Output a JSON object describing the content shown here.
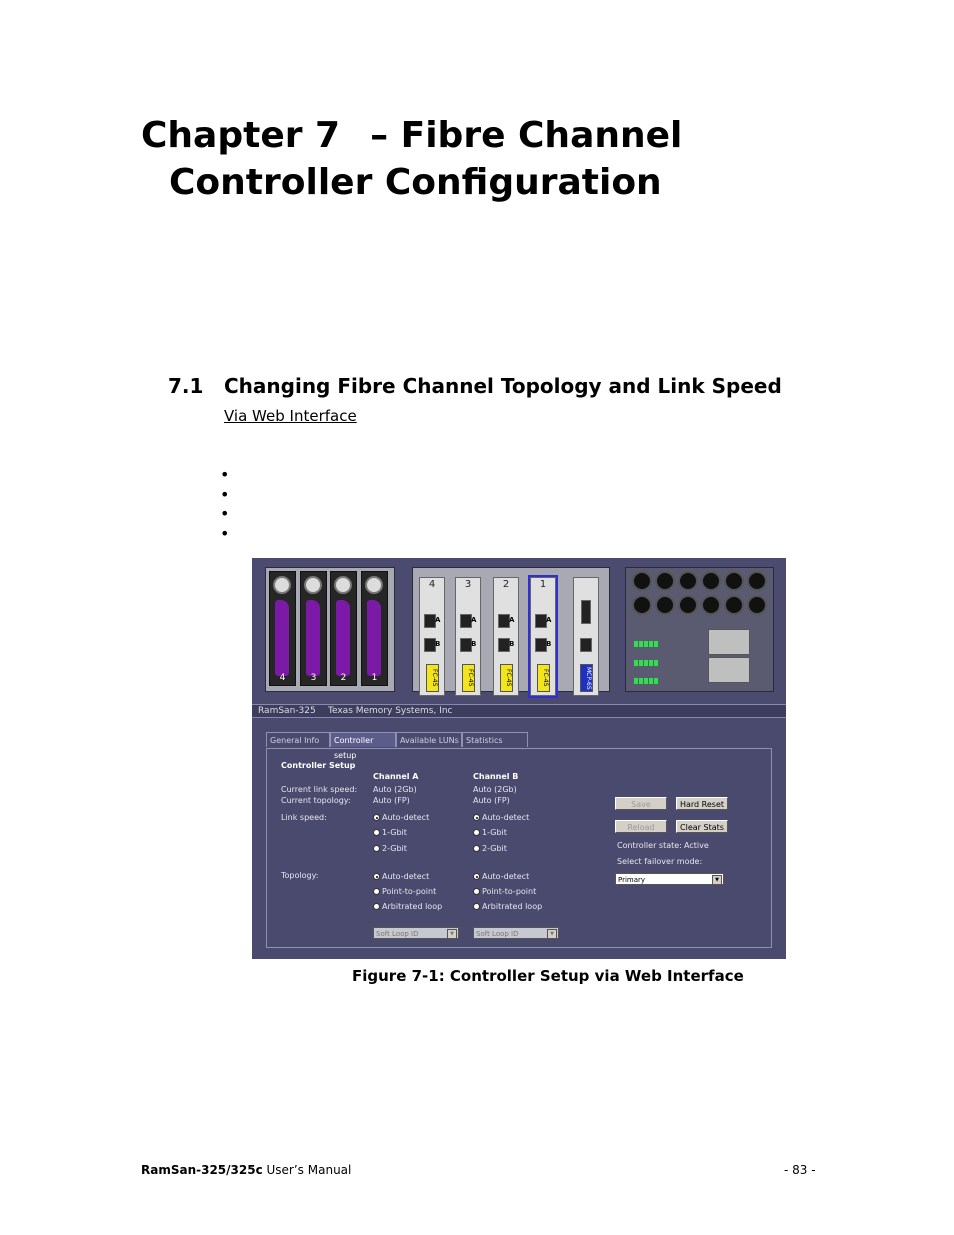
{
  "chapter": {
    "title_line1_a": "Chapter 7",
    "title_line1_b": "– Fibre Channel",
    "title_line2": "Controller Configuration"
  },
  "section": {
    "number": "7.1",
    "title": "Changing Fibre Channel Topology and Link Speed",
    "sub_link": "Via Web Interface"
  },
  "bullets": [
    "•",
    "•",
    "•",
    "•"
  ],
  "figure": {
    "drive_numbers": [
      "4",
      "3",
      "2",
      "1"
    ],
    "card_numbers": [
      "4",
      "3",
      "2",
      "1"
    ],
    "port_labels": [
      "A",
      "B"
    ],
    "fc_tag": "FC-4S",
    "mgmt_tag": "MCP-6S",
    "status_bar": {
      "product": "RamSan-325",
      "company": "Texas Memory Systems, Inc"
    },
    "tabs": [
      "General Info",
      "Controller setup",
      "Available LUNs",
      "Statistics"
    ],
    "active_tab": "Controller setup",
    "panel": {
      "heading": "Controller Setup",
      "channel_a": "Channel A",
      "channel_b": "Channel B",
      "current_link_speed_label": "Current link speed:",
      "current_topology_label": "Current topology:",
      "ch_a_link_speed": "Auto (2Gb)",
      "ch_a_topology": "Auto (FP)",
      "ch_b_link_speed": "Auto (2Gb)",
      "ch_b_topology": "Auto (FP)",
      "link_speed_label": "Link speed:",
      "link_speed_options": [
        "Auto-detect",
        "1-Gbit",
        "2-Gbit"
      ],
      "topology_label": "Topology:",
      "topology_options": [
        "Auto-detect",
        "Point-to-point",
        "Arbitrated loop"
      ],
      "loop_id_select": "Soft Loop ID",
      "save_button": "Save",
      "hard_reset_button": "Hard Reset",
      "reload_button": "Reload",
      "clear_stats_button": "Clear Stats",
      "controller_state_label": "Controller state:",
      "controller_state_value": "Active",
      "failover_label": "Select failover mode:",
      "failover_value": "Primary"
    }
  },
  "caption": "Figure 7-1: Controller Setup via Web Interface",
  "footer": {
    "product": "RamSan-325/325c",
    "manual": " User’s Manual",
    "page": "- 83 -"
  }
}
